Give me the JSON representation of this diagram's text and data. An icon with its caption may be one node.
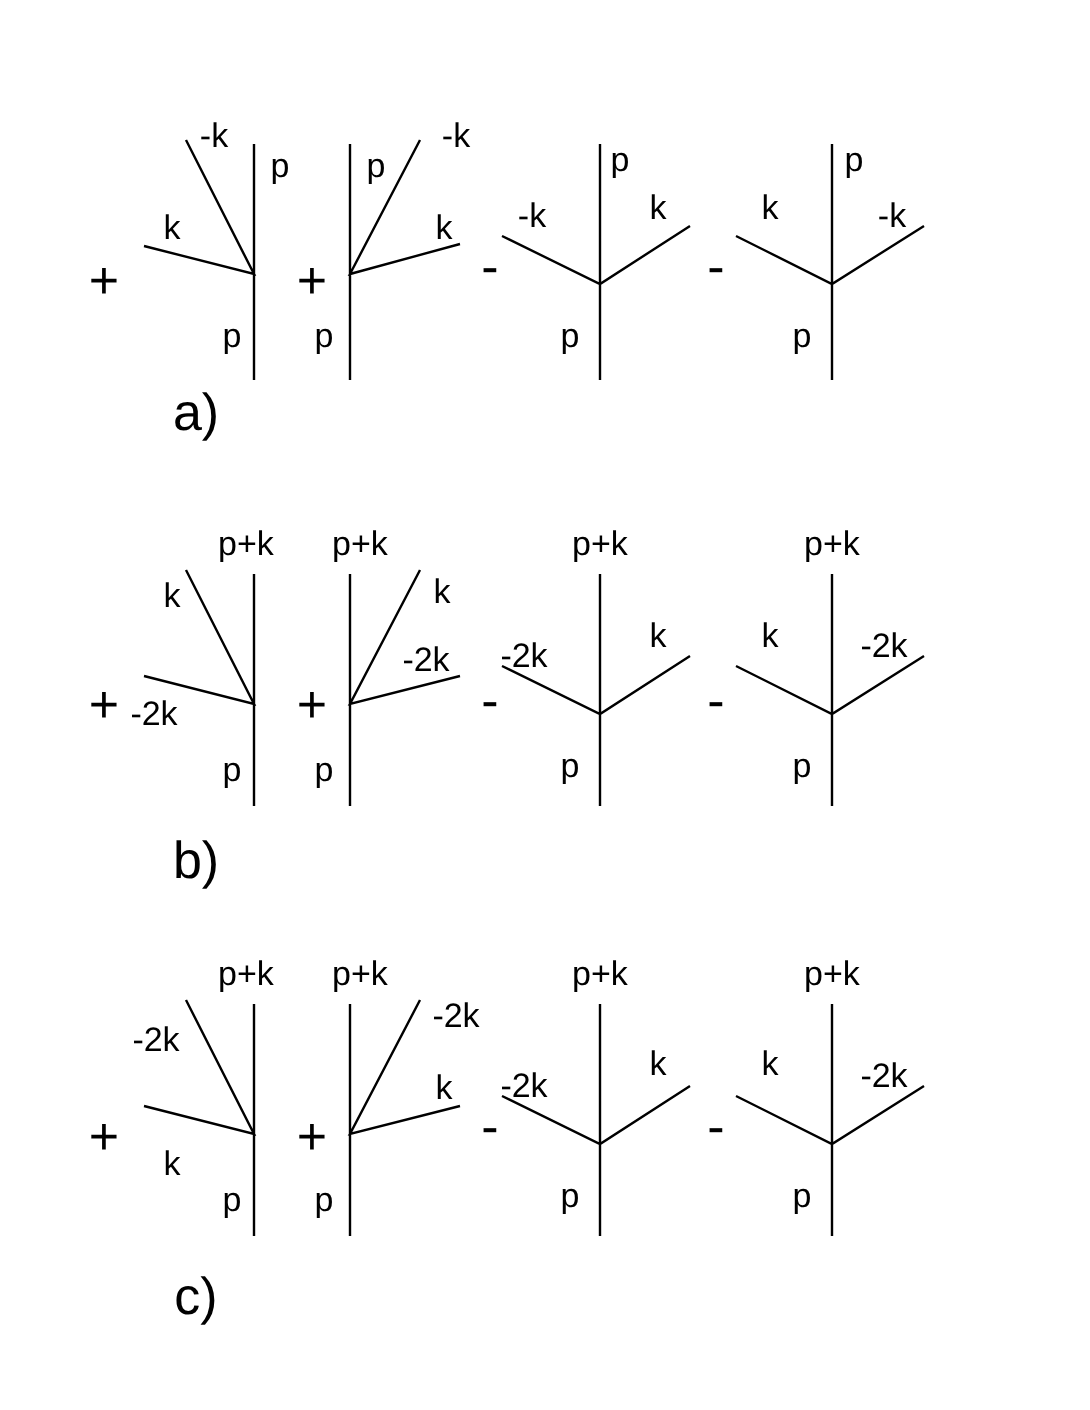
{
  "diagram": {
    "labels": [
      "+",
      "-k",
      "k",
      "p",
      "p",
      "+",
      "p",
      "-k",
      "k",
      "p",
      "-",
      "p",
      "-k",
      "k",
      "p",
      "-",
      "p",
      "k",
      "-k",
      "p",
      "a)",
      "+",
      "p+k",
      "k",
      "-2k",
      "p",
      "+",
      "p+k",
      "k",
      "-2k",
      "p",
      "-",
      "p+k",
      "k",
      "-2k",
      "p",
      "-",
      "p+k",
      "k",
      "-2k",
      "p",
      "b)",
      "+",
      "p+k",
      "-2k",
      "k",
      "p",
      "+",
      "p+k",
      "-2k",
      "k",
      "p",
      "-",
      "p+k",
      "k",
      "-2k",
      "p",
      "-",
      "p+k",
      "k",
      "-2k",
      "p",
      "c)"
    ]
  }
}
